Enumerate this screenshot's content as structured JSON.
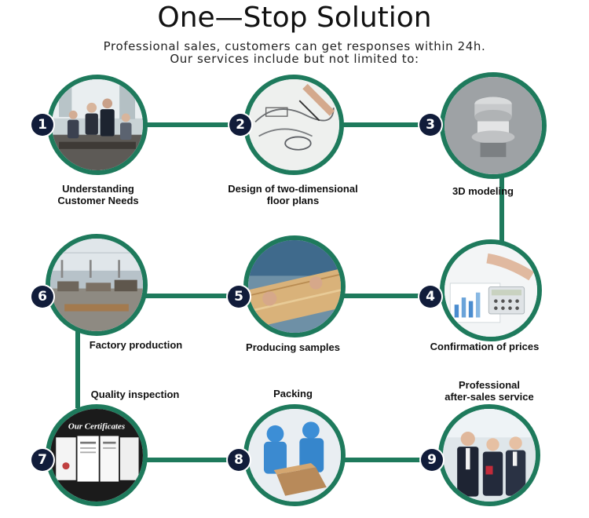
{
  "header": {
    "title": "One—Stop Solution",
    "subtitle_line1": "Professional sales, customers can get responses within 24h.",
    "subtitle_line2": "Our services include but not limited to:"
  },
  "accent_color": "#1e7a5c",
  "badge_color": "#111c3a",
  "steps": [
    {
      "number": "1",
      "label_line1": "Understanding",
      "label_line2": "Customer Needs",
      "icon": "business-meeting-photo"
    },
    {
      "number": "2",
      "label_line1": "Design of two-dimensional",
      "label_line2": "floor plans",
      "icon": "sketch-drawing-photo"
    },
    {
      "number": "3",
      "label_line1": "3D modeling",
      "label_line2": "",
      "icon": "3d-model-render"
    },
    {
      "number": "4",
      "label_line1": "Confirmation of prices",
      "label_line2": "",
      "icon": "calculator-chart-photo"
    },
    {
      "number": "5",
      "label_line1": "Producing samples",
      "label_line2": "",
      "icon": "wood-sample-photo"
    },
    {
      "number": "6",
      "label_line1": "Factory production",
      "label_line2": "",
      "icon": "factory-floor-photo"
    },
    {
      "number": "7",
      "label_line1": "Quality inspection",
      "label_line2": "",
      "icon": "certificates-photo",
      "image_text": "Our Certificates"
    },
    {
      "number": "8",
      "label_line1": "Packing",
      "label_line2": "",
      "icon": "packing-workers-photo"
    },
    {
      "number": "9",
      "label_line1": "Professional",
      "label_line2": "after-sales service",
      "icon": "service-team-photo"
    }
  ]
}
